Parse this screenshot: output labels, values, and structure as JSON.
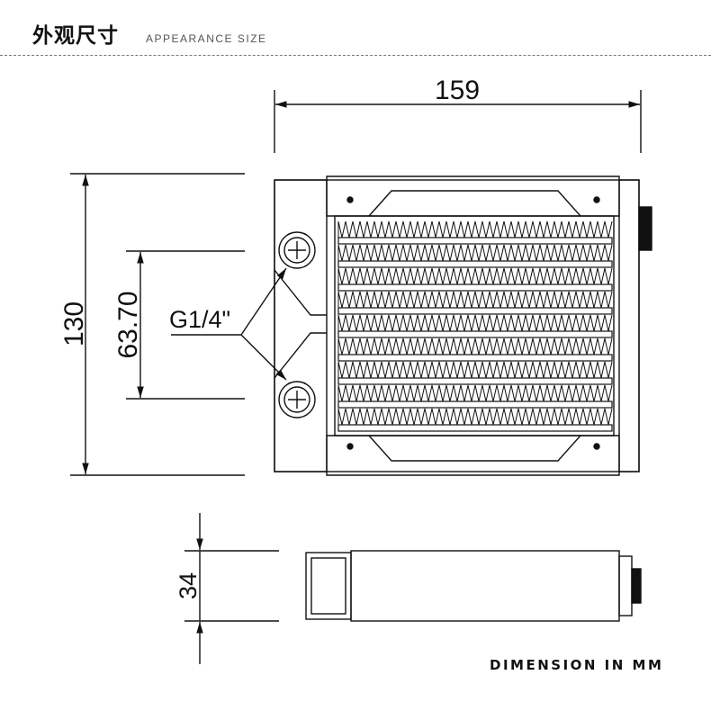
{
  "header": {
    "title_cn": "外观尺寸",
    "title_en": "APPEARANCE SIZE"
  },
  "dimensions": {
    "width": "159",
    "height": "130",
    "port_spacing": "63.70",
    "thread": "G1/4\"",
    "thickness": "34"
  },
  "footer": {
    "unit_note": "DIMENSION IN MM"
  }
}
